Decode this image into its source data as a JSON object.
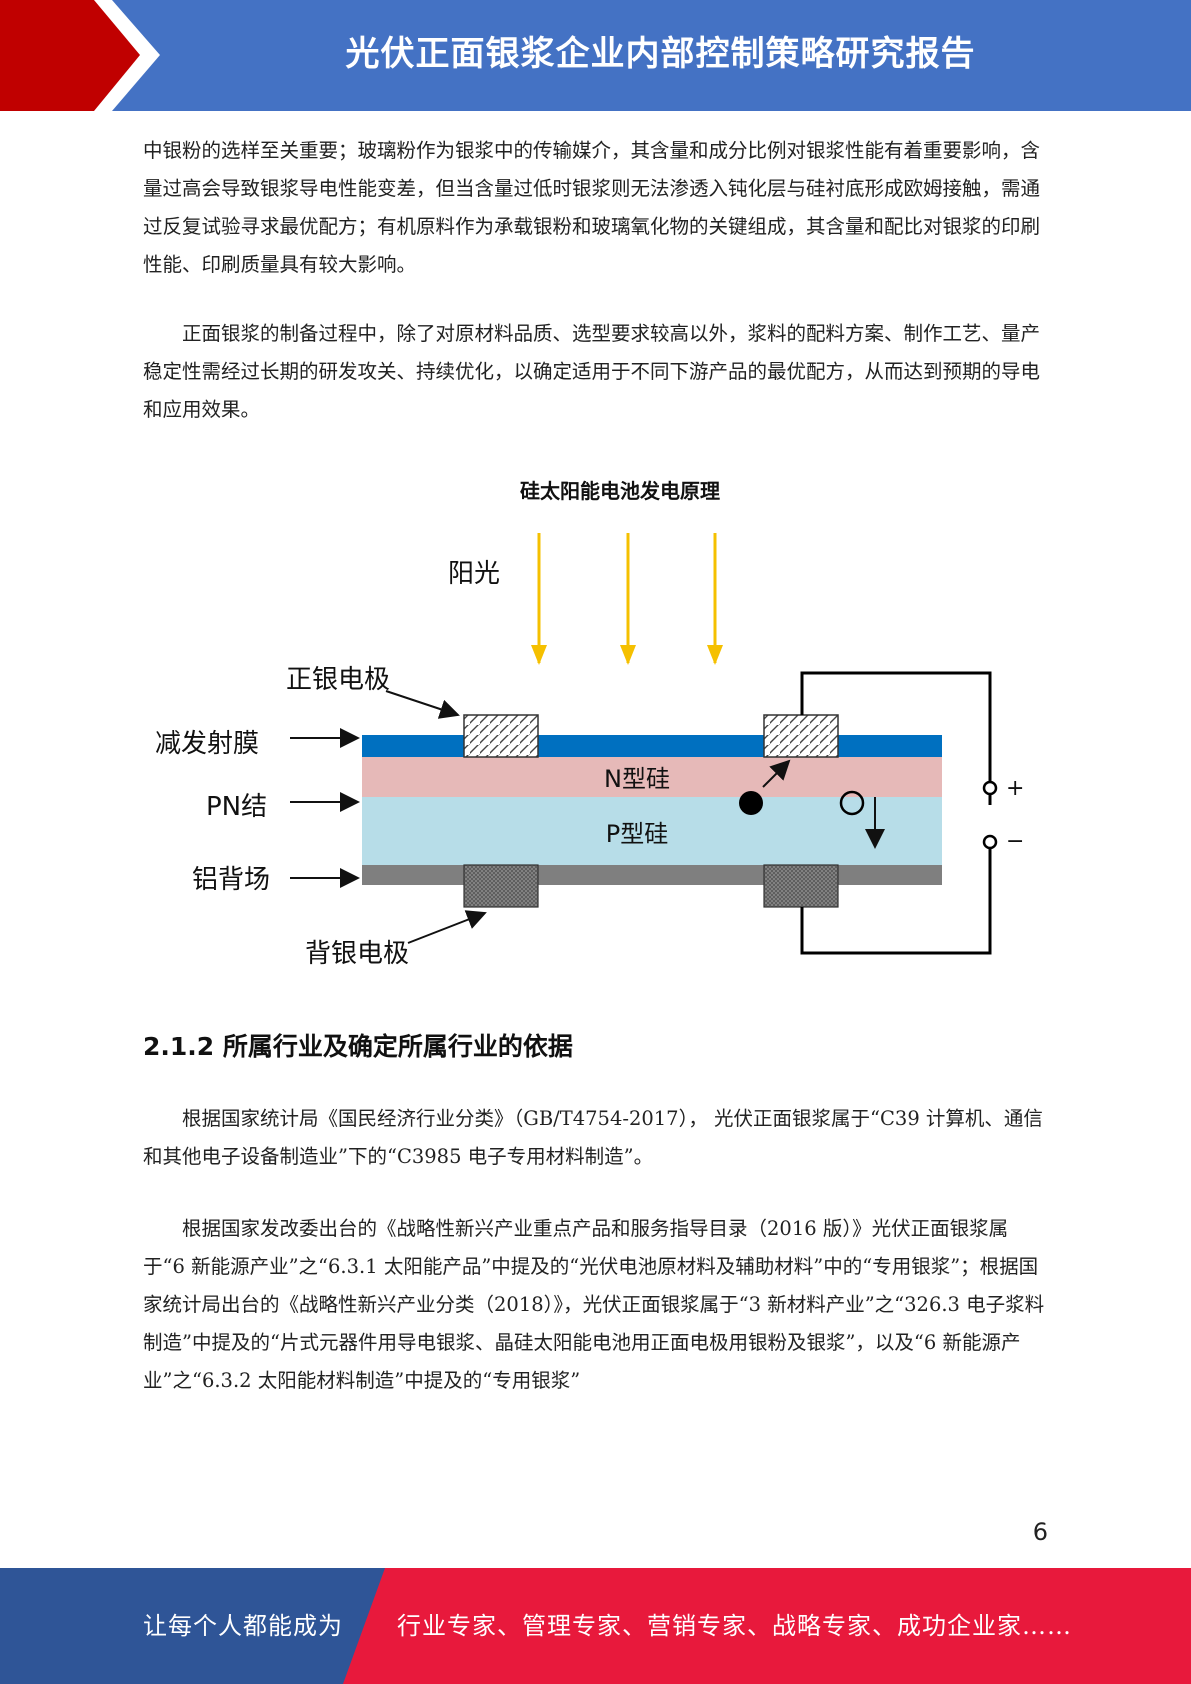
{
  "header": {
    "title": "光伏正面银浆企业内部控制策略研究报告"
  },
  "paragraphs": [
    "中银粉的选样至关重要；玻璃粉作为银浆中的传输媒介，其含量和成分比例对银浆性能有着重要影响，含量过高会导致银浆导电性能变差，但当含量过低时银浆则无法渗透入钝化层与硅衬底形成欧姆接触，需通过反复试验寻求最优配方；有机原料作为承载银粉和玻璃氧化物的关键组成，其含量和配比对银浆的印刷性能、印刷质量具有较大影响。",
    "正面银浆的制备过程中，除了对原材料品质、选型要求较高以外，浆料的配料方案、制作工艺、量产稳定性需经过长期的研发攻关、持续优化，以确定适用于不同下游产品的最优配方，从而达到预期的导电和应用效果。"
  ],
  "diagram": {
    "title": "硅太阳能电池发电原理",
    "labels": {
      "sunlight": "阳光",
      "front_electrode": "正银电极",
      "anti_reflection": "减发射膜",
      "pn_junction": "PN结",
      "aluminum_back": "铝背场",
      "back_electrode": "背银电极",
      "n_silicon": "N型硅",
      "p_silicon": "P型硅",
      "plus": "+",
      "minus": "−"
    },
    "colors": {
      "anti_reflection": "#0070c0",
      "n_layer": "#e6b9b8",
      "p_layer": "#b7dde8",
      "al_layer": "#7f7f7f",
      "sun_arrow": "#f5c000"
    }
  },
  "section": {
    "heading": "2.1.2 所属行业及确定所属行业的依据",
    "paragraphs": [
      "根据国家统计局《国民经济行业分类》（GB/T4754-2017）， 光伏正面银浆属于“C39 计算机、通信和其他电子设备制造业”下的“C3985 电子专用材料制造”。",
      "根据国家发改委出台的《战略性新兴产业重点产品和服务指导目录（2016 版）》光伏正面银浆属于“6 新能源产业”之“6.3.1 太阳能产品”中提及的“光伏电池原材料及辅助材料”中的“专用银浆”；根据国家统计局出台的《战略性新兴产业分类（2018）》，光伏正面银浆属于“3 新材料产业”之“326.3 电子浆料制造”中提及的“片式元器件用导电银浆、晶硅太阳能电池用正面电极用银粉及银浆”，以及“6 新能源产业”之“6.3.2 太阳能材料制造”中提及的“专用银浆”"
    ]
  },
  "page_number": "6",
  "footer": {
    "left_text": "让每个人都能成为",
    "right_text": "行业专家、管理专家、营销专家、战略专家、成功企业家……",
    "left_color": "#2f5597",
    "right_color": "#e8193c"
  }
}
